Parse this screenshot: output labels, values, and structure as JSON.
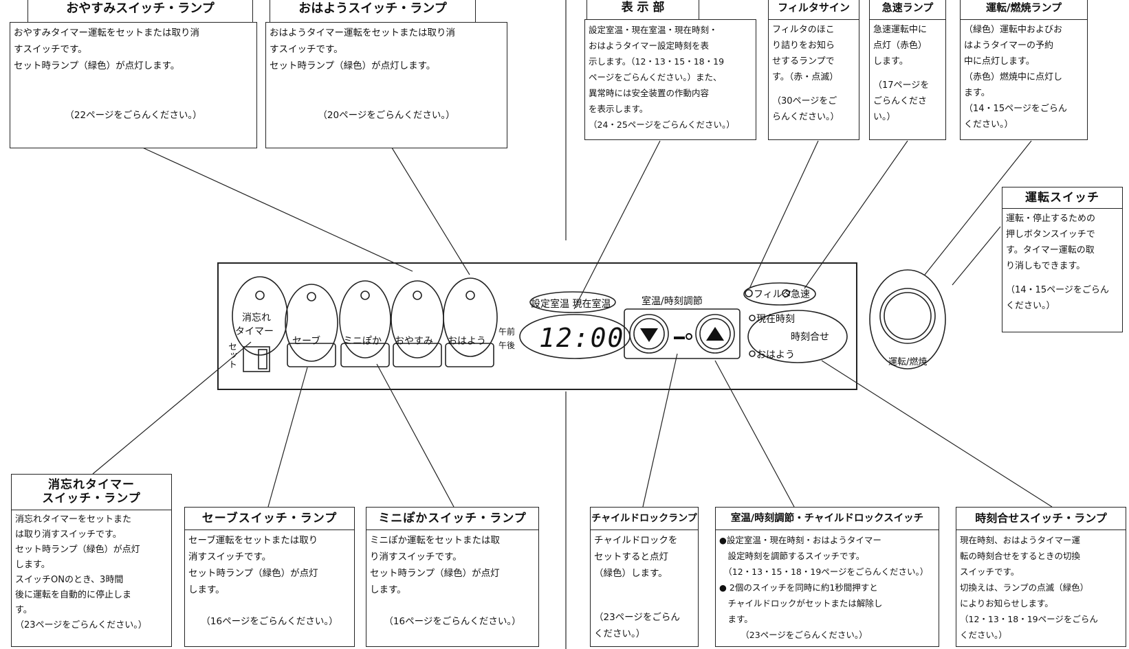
{
  "callouts": {
    "oyasumi": {
      "title": "おやすみスイッチ・ランプ",
      "lines": [
        "おやすみタイマー運転をセットまたは取り消",
        "すスイッチです。",
        "セット時ランプ（緑色）が点灯します。"
      ],
      "ref": "（22ページをごらんください。）"
    },
    "ohayou": {
      "title": "おはようスイッチ・ランプ",
      "lines": [
        "おはようタイマー運転をセットまたは取り消",
        "すスイッチです。",
        "セット時ランプ（緑色）が点灯します。"
      ],
      "ref": "（20ページをごらんください。）"
    },
    "display": {
      "title": "表 示 部",
      "lines": [
        "設定室温・現在室温・現在時刻・",
        "おはようタイマー設定時刻を表",
        "示します。（12・13・15・18・19",
        "ページをごらんください。）また、",
        "異常時には安全装置の作動内容",
        "を表示します。",
        "（24・25ページをごらんください。）"
      ]
    },
    "filter": {
      "title": "フィルタサイン",
      "lines": [
        "フィルタのほこ",
        "り詰りをお知ら",
        "せするランプで",
        "す。（赤・点滅）",
        "",
        "（30ページをご",
        "らんください。）"
      ]
    },
    "kyusoku": {
      "title": "急速ランプ",
      "lines": [
        "急速運転中に",
        "点灯（赤色）",
        "します。",
        "",
        "（17ページを",
        "ごらんくださ",
        "い。）"
      ]
    },
    "unten_lamp": {
      "title": "運転/燃焼ランプ",
      "lines": [
        "（緑色）運転中およびお",
        "はようタイマーの予約",
        "中に点灯します。",
        "（赤色）燃焼中に点灯し",
        "ます。",
        "（14・15ページをごらん",
        "ください。）"
      ]
    },
    "unten_switch": {
      "title": "運転スイッチ",
      "lines": [
        "運転・停止するための",
        "押しボタンスイッチで",
        "す。タイマー運転の取",
        "り消しもできます。",
        "",
        "（14・15ページをごらん",
        "ください。）"
      ]
    },
    "keshiwasure": {
      "title_lines": [
        "消忘れタイマー",
        "スイッチ・ランプ"
      ],
      "lines": [
        "消忘れタイマーをセットまた",
        "は取り消すスイッチです。",
        "セット時ランプ（緑色）が点灯",
        "します。",
        "スイッチONのとき、3時間",
        "後に運転を自動的に停止しま",
        "す。",
        "（23ページをごらんください。）"
      ]
    },
    "save": {
      "title": "セーブスイッチ・ランプ",
      "lines": [
        "セーブ運転をセットまたは取り",
        "消すスイッチです。",
        "セット時ランプ（緑色）が点灯",
        "します。"
      ],
      "ref": "（16ページをごらんください。）"
    },
    "minibokka": {
      "title": "ミニぽかスイッチ・ランプ",
      "lines": [
        "ミニぽか運転をセットまたは取",
        "り消すスイッチです。",
        "セット時ランプ（緑色）が点灯",
        "します。"
      ],
      "ref": "（16ページをごらんください。）"
    },
    "childlock": {
      "title": "チャイルドロックランプ",
      "lines": [
        "チャイルドロックを",
        "セットすると点灯",
        "（緑色）します。"
      ],
      "ref_lines": [
        "（23ページをごらん",
        "ください。）"
      ]
    },
    "shitsuon": {
      "title": "室温/時刻調節・チャイルドロックスイッチ",
      "lines": [
        "●設定室温・現在時刻・おはようタイマー",
        "　設定時刻を調節するスイッチです。",
        "　（12・13・15・18・19ページをごらんください。）",
        "● 2個のスイッチを同時に約1秒間押すと",
        "　チャイルドロックがセットまたは解除し",
        "　ます。",
        "　　　（23ページをごらんください。）"
      ]
    },
    "jikokuawase": {
      "title": "時刻合せスイッチ・ランプ",
      "lines": [
        "現在時刻、おはようタイマー運",
        "転の時刻合せをするときの切換",
        "スイッチです。",
        "切換えは、ランプの点滅（緑色）",
        "によりお知らせします。",
        "（12・13・18・19ページをごらん",
        "ください。）"
      ]
    }
  },
  "panel": {
    "btn_keshiwasure": [
      "消忘れ",
      "タイマー"
    ],
    "btn_save": "セーブ",
    "btn_mini": "ミニぽか",
    "btn_oyasumi": "おやすみ",
    "btn_ohayou": "おはよう",
    "set_label": "セット",
    "am": "午前",
    "pm": "午後",
    "display_header": "設定室温 現在室温",
    "display_value": "12:00",
    "adjust_label": "室温/時刻調節",
    "filter_label": "フィルタ",
    "kyusoku_label": "急速",
    "genzai_label": "現在時刻",
    "jikoku_label": "時刻合せ",
    "ohayou_label": "おはよう",
    "unten_label": "運転/燃焼"
  }
}
